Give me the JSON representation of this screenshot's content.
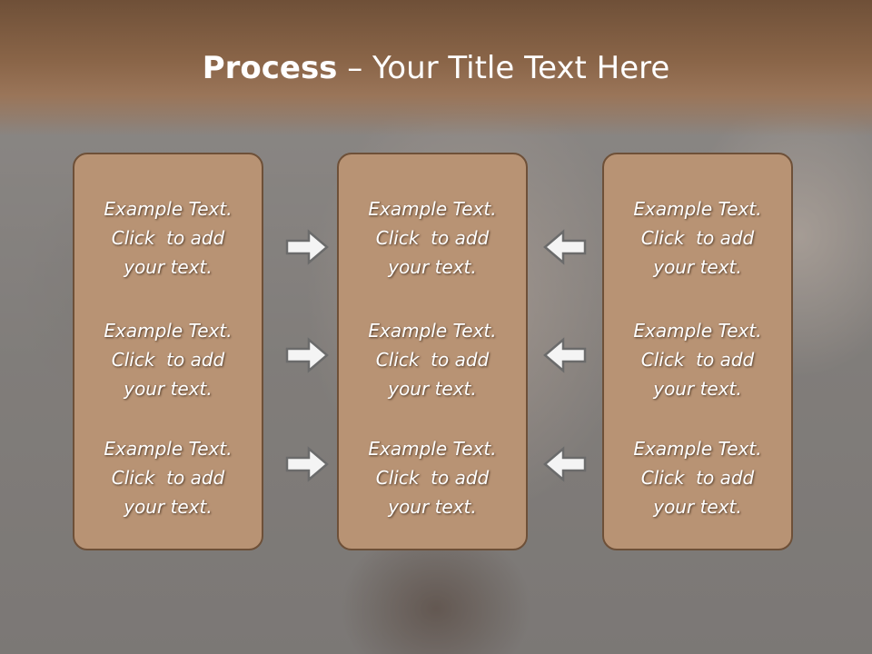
{
  "title": {
    "bold": "Process",
    "rest": " – Your Title Text Here"
  },
  "columns": [
    {
      "blocks": [
        [
          "Example Text.",
          "Click  to add",
          "your text."
        ],
        [
          "Example Text.",
          "Click  to add",
          "your text."
        ],
        [
          "Example Text.",
          "Click  to add",
          "your text."
        ]
      ]
    },
    {
      "blocks": [
        [
          "Example Text.",
          "Click  to add",
          "your text."
        ],
        [
          "Example Text.",
          "Click  to add",
          "your text."
        ],
        [
          "Example Text.",
          "Click  to add",
          "your text."
        ]
      ]
    },
    {
      "blocks": [
        [
          "Example Text.",
          "Click  to add",
          "your text."
        ],
        [
          "Example Text.",
          "Click  to add",
          "your text."
        ],
        [
          "Example Text.",
          "Click  to add",
          "your text."
        ]
      ]
    }
  ],
  "arrows": {
    "left_group": "right-arrow-icon",
    "right_group": "left-arrow-icon"
  },
  "colors": {
    "panel_fill": "#b89374",
    "panel_border": "#6e5038",
    "title_band": "#8a6548",
    "text": "#ffffff"
  }
}
